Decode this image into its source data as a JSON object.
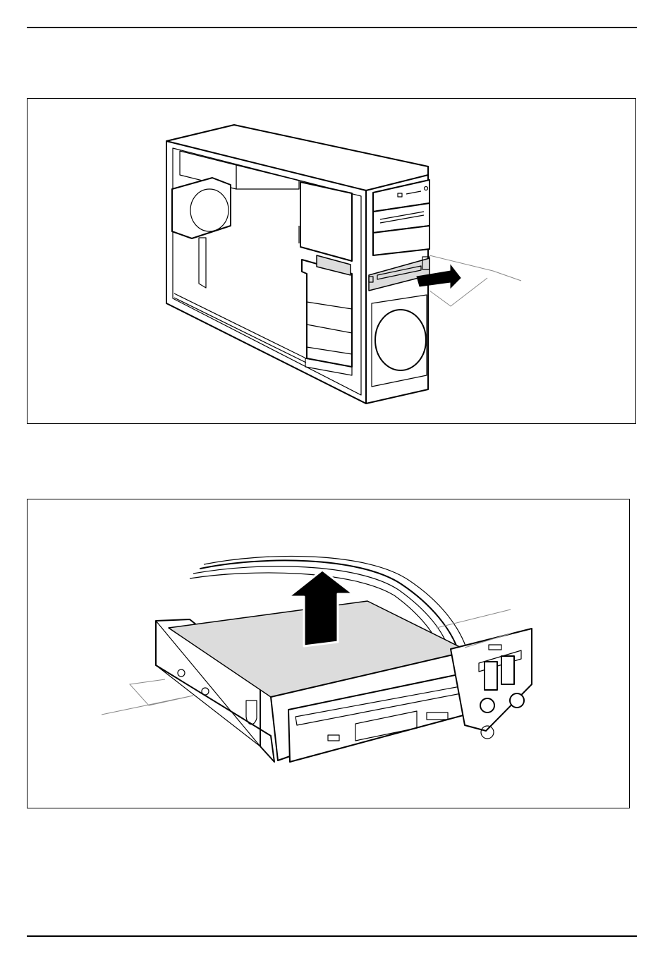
{
  "page": {
    "header_rule": "top-rule",
    "footer_rule": "bottom-rule"
  },
  "figures": [
    {
      "id": "figure-1",
      "subject": "pc-tower-floppy-drive-removal",
      "arrow": "arrow-right-icon"
    },
    {
      "id": "figure-2",
      "subject": "floppy-drive-module-lift-out",
      "arrow": "arrow-up-icon"
    }
  ],
  "colors": {
    "line": "#000000",
    "panel_fill": "#dcdcdc",
    "leader_line": "#888888",
    "background": "#ffffff"
  }
}
